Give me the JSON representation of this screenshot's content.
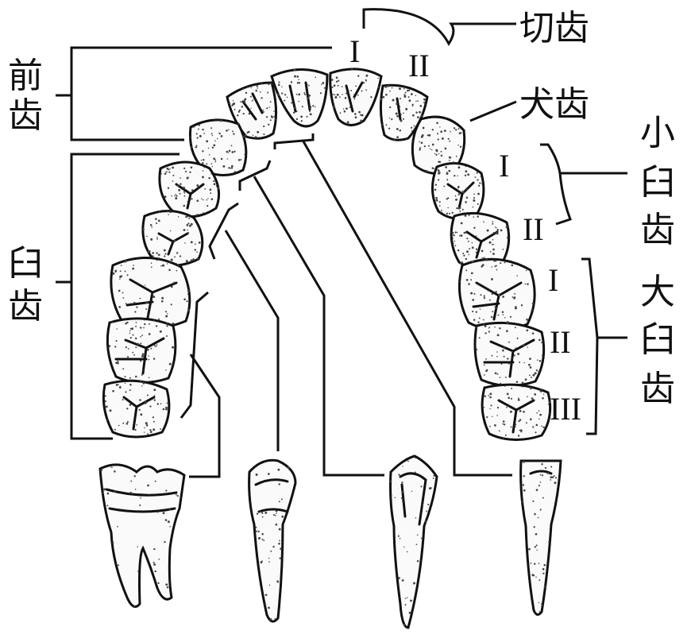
{
  "labels": {
    "anterior": [
      "前",
      "齿"
    ],
    "incisor": "切齿",
    "canine": "犬齿",
    "molars_all": [
      "臼",
      "齿"
    ],
    "premolar": [
      "小",
      "臼",
      "齿"
    ],
    "molar": [
      "大",
      "臼",
      "齿"
    ]
  },
  "roman": {
    "incisor_1": "I",
    "incisor_2": "II",
    "premolar_1": "I",
    "premolar_2": "II",
    "molar_1": "I",
    "molar_2": "II",
    "molar_3": "III"
  },
  "colors": {
    "ink": "#111111",
    "paper": "#ffffff"
  }
}
